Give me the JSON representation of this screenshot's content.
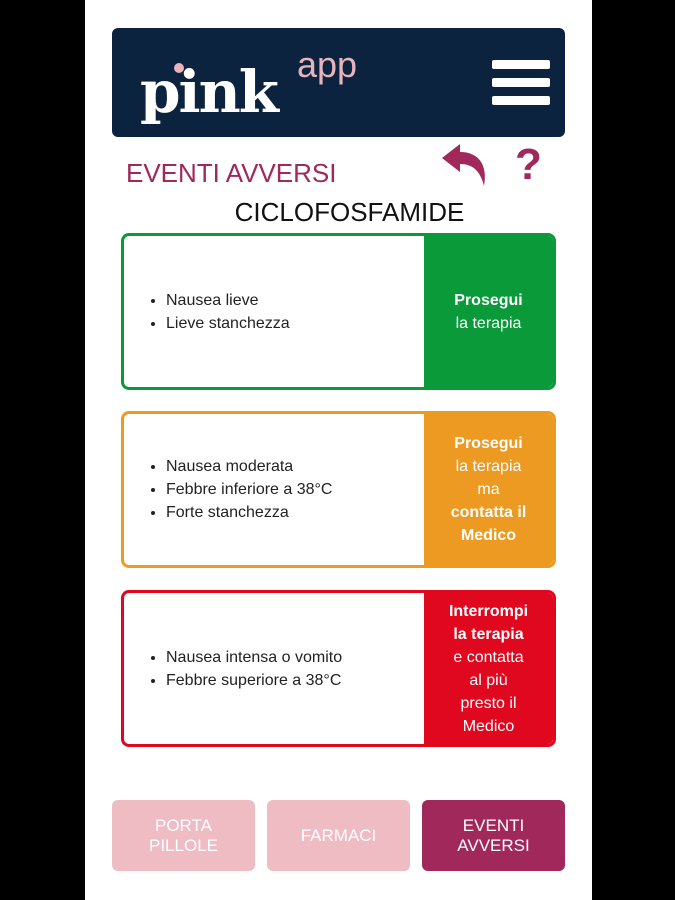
{
  "header": {
    "logo_main": "pink",
    "logo_sup": "app"
  },
  "page": {
    "title": "EVENTI AVVERSI",
    "drug": "CICLOFOSFAMIDE"
  },
  "cards": [
    {
      "color": "#0a9a3a",
      "symptoms": [
        "Nausea lieve",
        "Lieve stanchezza"
      ],
      "action": [
        {
          "t": "Prosegui",
          "b": true
        },
        {
          "t": "la terapia",
          "b": false
        }
      ]
    },
    {
      "color": "#ec9a22",
      "symptoms": [
        "Nausea moderata",
        "Febbre inferiore a 38°C",
        "Forte stanchezza"
      ],
      "action": [
        {
          "t": "Prosegui",
          "b": true
        },
        {
          "t": "la terapia",
          "b": false
        },
        {
          "t": "ma",
          "b": false
        },
        {
          "t": "contatta il",
          "b": true
        },
        {
          "t": "Medico",
          "b": true
        }
      ]
    },
    {
      "color": "#e0081f",
      "symptoms": [
        "Nausea intensa o vomito",
        "Febbre superiore a 38°C"
      ],
      "action": [
        {
          "t": "Interrompi",
          "b": true
        },
        {
          "t": "la terapia",
          "b": true
        },
        {
          "t": "e contatta",
          "b": false
        },
        {
          "t": "al più",
          "b": false
        },
        {
          "t": "presto il",
          "b": false
        },
        {
          "t": "Medico",
          "b": false
        }
      ]
    }
  ],
  "nav": [
    {
      "label": "PORTA PILLOLE",
      "active": false
    },
    {
      "label": "FARMACI",
      "active": false
    },
    {
      "label": "EVENTI AVVERSI",
      "active": true
    }
  ]
}
